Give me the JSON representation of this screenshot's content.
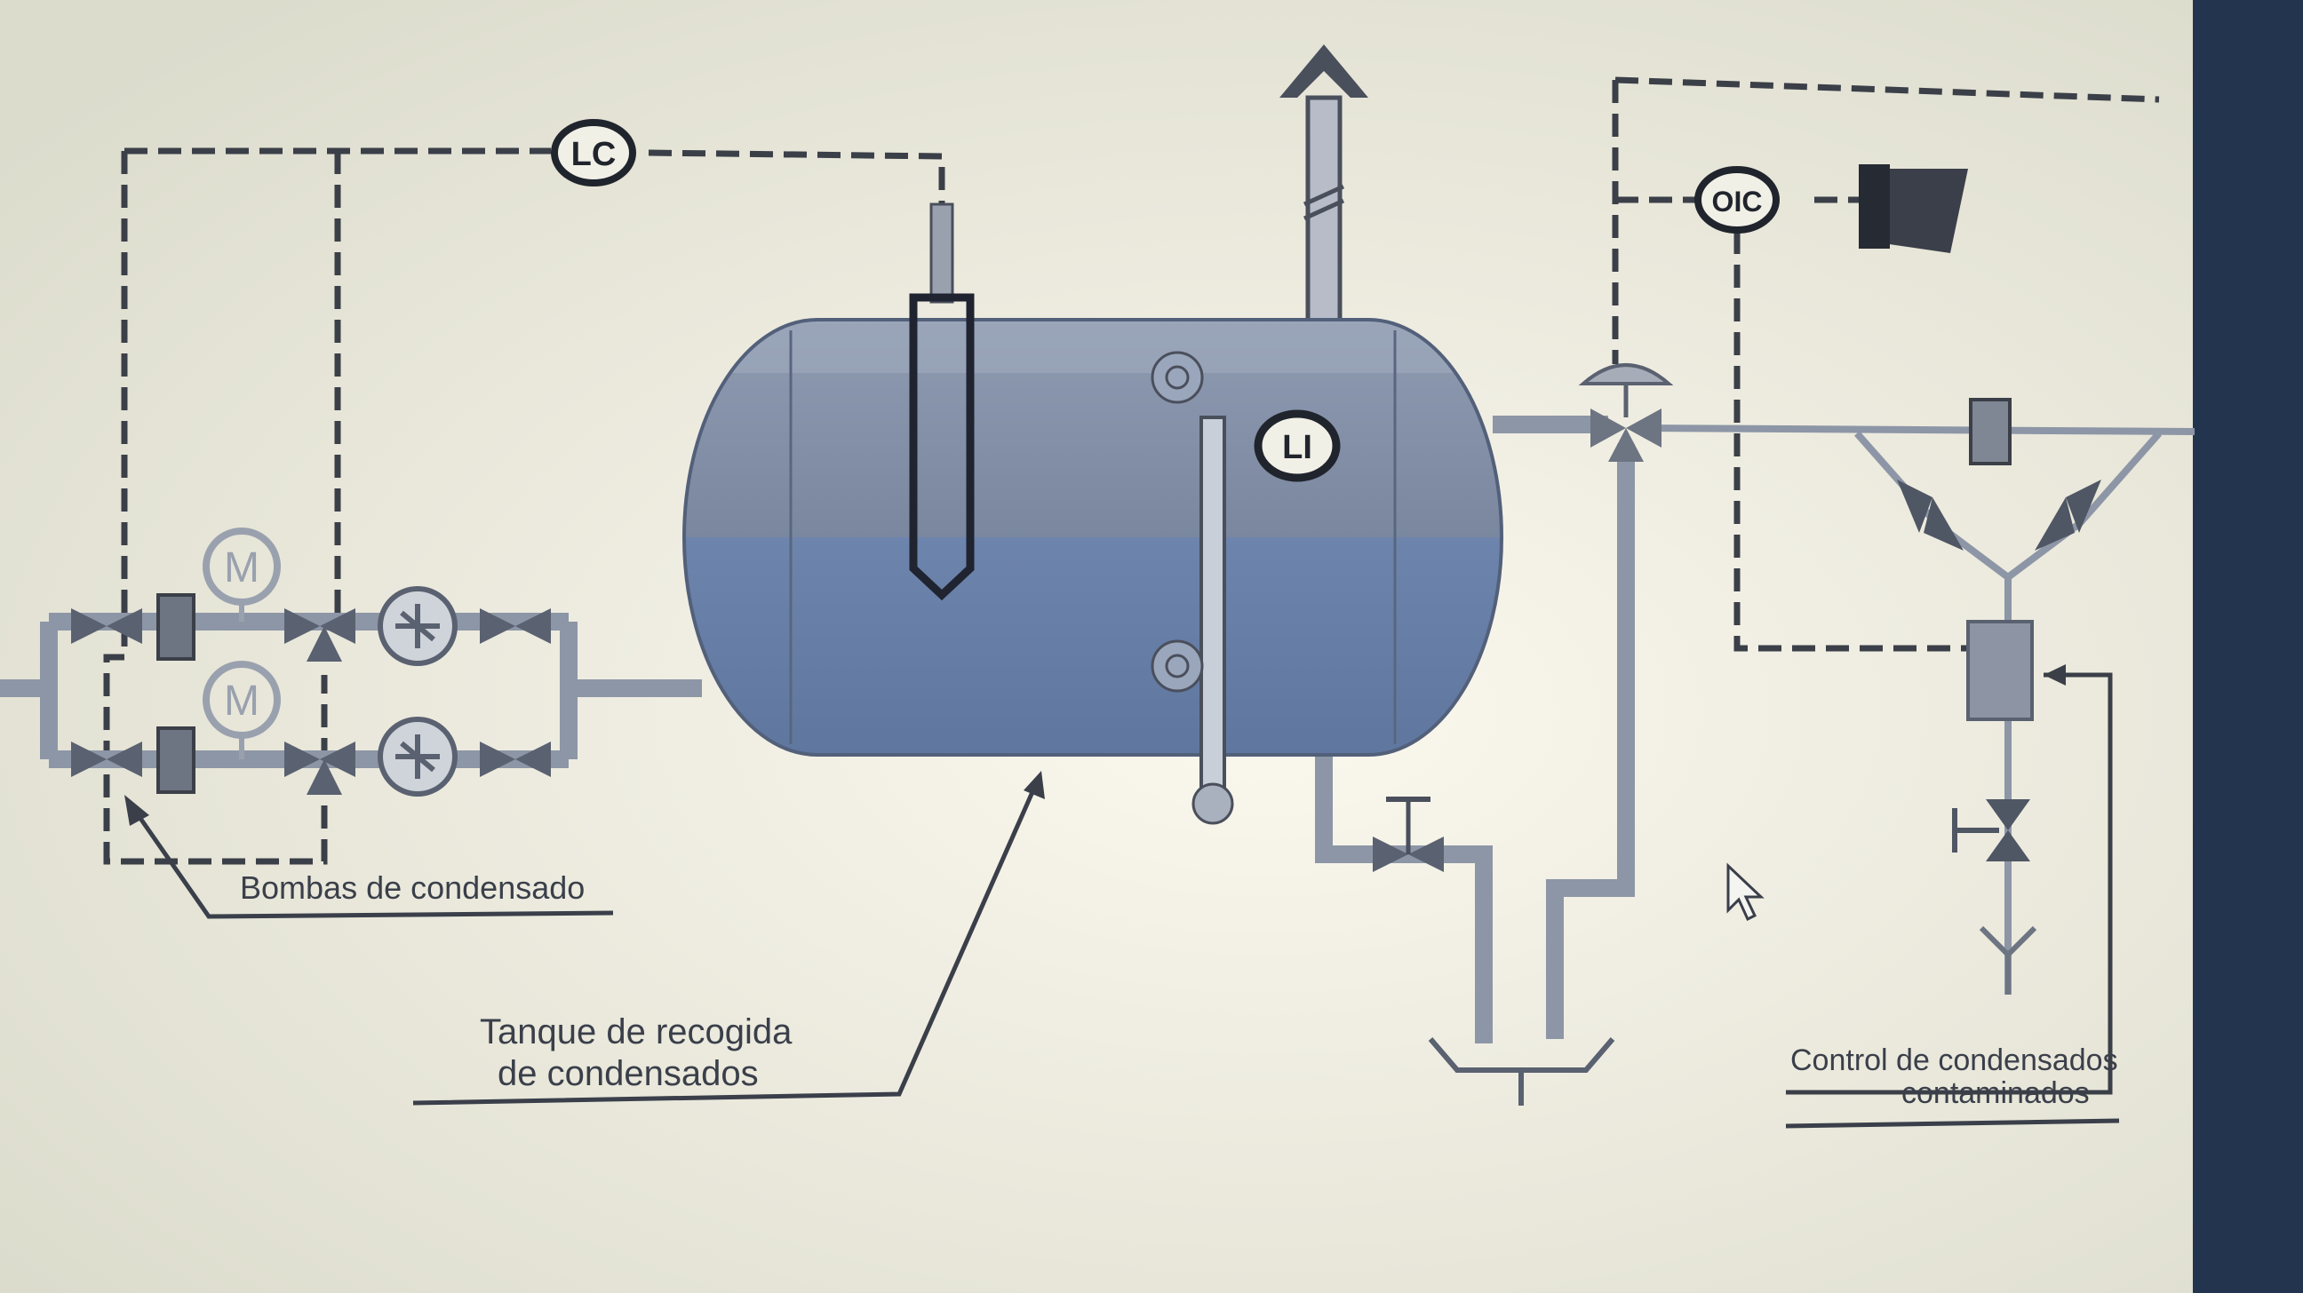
{
  "instruments": {
    "lc": "LC",
    "li": "LI",
    "oic": "OIC",
    "motor_top": "M",
    "motor_bottom": "M"
  },
  "labels": {
    "pumps": "Bombas de condensado",
    "tank_line1": "Tanque de recogida",
    "tank_line2": "de condensados",
    "control_line1": "Control de condensados",
    "control_line2": "contaminados"
  },
  "colors": {
    "background": "#e9e8dc",
    "tank_top": "#7c8aa3",
    "tank_liquid": "#6f86ad",
    "pipe": "#8d96a6",
    "signal": "#3b3f48",
    "screen_edge": "#23344f"
  }
}
